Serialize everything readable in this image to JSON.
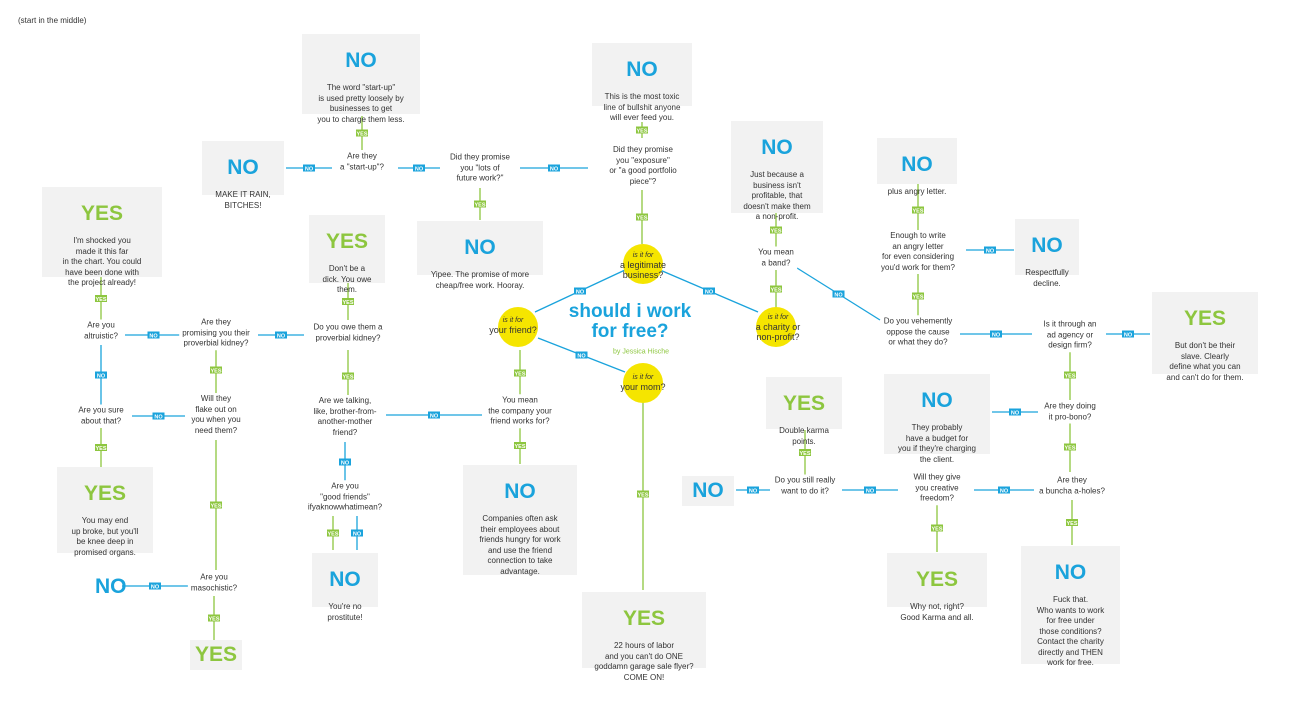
{
  "hint": "(start in the middle)",
  "title": "should i work\nfor free?",
  "credit": "by Jessica Hische",
  "yes_tag": "YES",
  "no_tag": "NO",
  "colors": {
    "yes": "#8dc63f",
    "no": "#1aa3dc",
    "circle": "#f5e500",
    "box": "#f2f2f2"
  },
  "circles": {
    "c_legit": {
      "top": "is it for",
      "text": "a legitimate\nbusiness?"
    },
    "c_friend": {
      "top": "is it for",
      "text": "your friend?"
    },
    "c_charity": {
      "top": "is it for",
      "text": "a charity or\nnon-profit?"
    },
    "c_mom": {
      "top": "is it for",
      "text": "your mom?"
    }
  },
  "questions": {
    "q_exposure": "Did they promise\nyou \"exposure\"\nor \"a good portfolio\npiece\"?",
    "q_future": "Did they promise\nyou \"lots of\nfuture work?\"",
    "q_startup": "Are they\na \"start-up\"?",
    "q_band": "You mean\na band?",
    "q_oppose": "Do you vehemently\noppose the cause\nor what they do?",
    "q_letter": "Enough to write\nan angry letter\nfor even considering\nyou'd work for them?",
    "q_agency": "Is it through an\nad agency or\ndesign firm?",
    "q_probono": "Are they doing\nit pro-bono?",
    "q_ahole": "Are they\na buncha a-holes?",
    "q_freedom": "Will they give\nyou creative\nfreedom?",
    "q_still": "Do you still really\nwant to do it?",
    "q_altru": "Are you\naltruistic?",
    "q_kidney_p": "Are they\npromising you their\nproverbial kidney?",
    "q_owe": "Do you owe them a\nproverbial kidney?",
    "q_bro": "Are we talking,\nlike, brother-from-\nanother-mother\nfriend?",
    "q_company": "You mean\nthe company your\nfriend works for?",
    "q_flake": "Will they\nflake out on\nyou when you\nneed them?",
    "q_sure": "Are you sure\nabout that?",
    "q_maso": "Are you\nmasochistic?",
    "q_good": "Are you\n\"good friends\"\nifyaknowwhatimean?"
  },
  "answers": {
    "a_toxic": {
      "head": "NO",
      "text": "This is the most toxic\nline of bullshit anyone\nwill ever feed you."
    },
    "a_startup": {
      "head": "NO",
      "text": "The word \"start-up\"\nis used pretty loosely by\nbusinesses to get\nyou to charge them less."
    },
    "a_rain": {
      "head": "NO",
      "text": "MAKE IT RAIN,\nBITCHES!"
    },
    "a_yipee": {
      "head": "NO",
      "text": "Yipee. The promise of more\ncheap/free work. Hooray."
    },
    "a_nonprofit": {
      "head": "NO",
      "text": "Just because a\nbusiness isn't\nprofitable, that\ndoesn't make them\na non-profit."
    },
    "a_angry": {
      "head": "NO",
      "text": "plus angry letter."
    },
    "a_decline": {
      "head": "NO",
      "text": "Respectfully\ndecline."
    },
    "a_slave": {
      "head": "YES",
      "text": "But don't be their\nslave. Clearly\ndefine what you can\nand can't do for them."
    },
    "a_budget": {
      "head": "NO",
      "text": "They probably\nhave a budget for\nyou if they're charging\nthe client."
    },
    "a_karma": {
      "head": "YES",
      "text": "Double karma\npoints."
    },
    "a_whynot": {
      "head": "YES",
      "text": "Why not, right?\nGood Karma and all."
    },
    "a_fuck": {
      "head": "NO",
      "text": "Fuck that.\nWho wants to work\nfor free under\nthose conditions?\nContact the charity\ndirectly and THEN\nwork for free."
    },
    "a_garage": {
      "head": "YES",
      "text": "22 hours of labor\nand you can't do ONE\ngoddamn garage sale flyer?\nCOME ON!"
    },
    "a_shocked": {
      "head": "YES",
      "text": "I'm shocked you\nmade it this far\nin the chart. You could\nhave been done with\nthe project already!"
    },
    "a_dick": {
      "head": "YES",
      "text": "Don't be a\ndick. You owe\nthem."
    },
    "a_companies": {
      "head": "NO",
      "text": "Companies often ask\ntheir employees about\nfriends hungry for work\nand use the friend\nconnection to take\nadvantage."
    },
    "a_broke": {
      "head": "YES",
      "text": "You may end\nup broke, but you'll\nbe knee deep in\npromised organs."
    },
    "a_prostitute": {
      "head": "NO",
      "text": "You're no\nprostitute!"
    }
  },
  "bare": {
    "b_still_no": "NO",
    "b_maso_no": "NO",
    "b_maso_yes": "YES"
  }
}
